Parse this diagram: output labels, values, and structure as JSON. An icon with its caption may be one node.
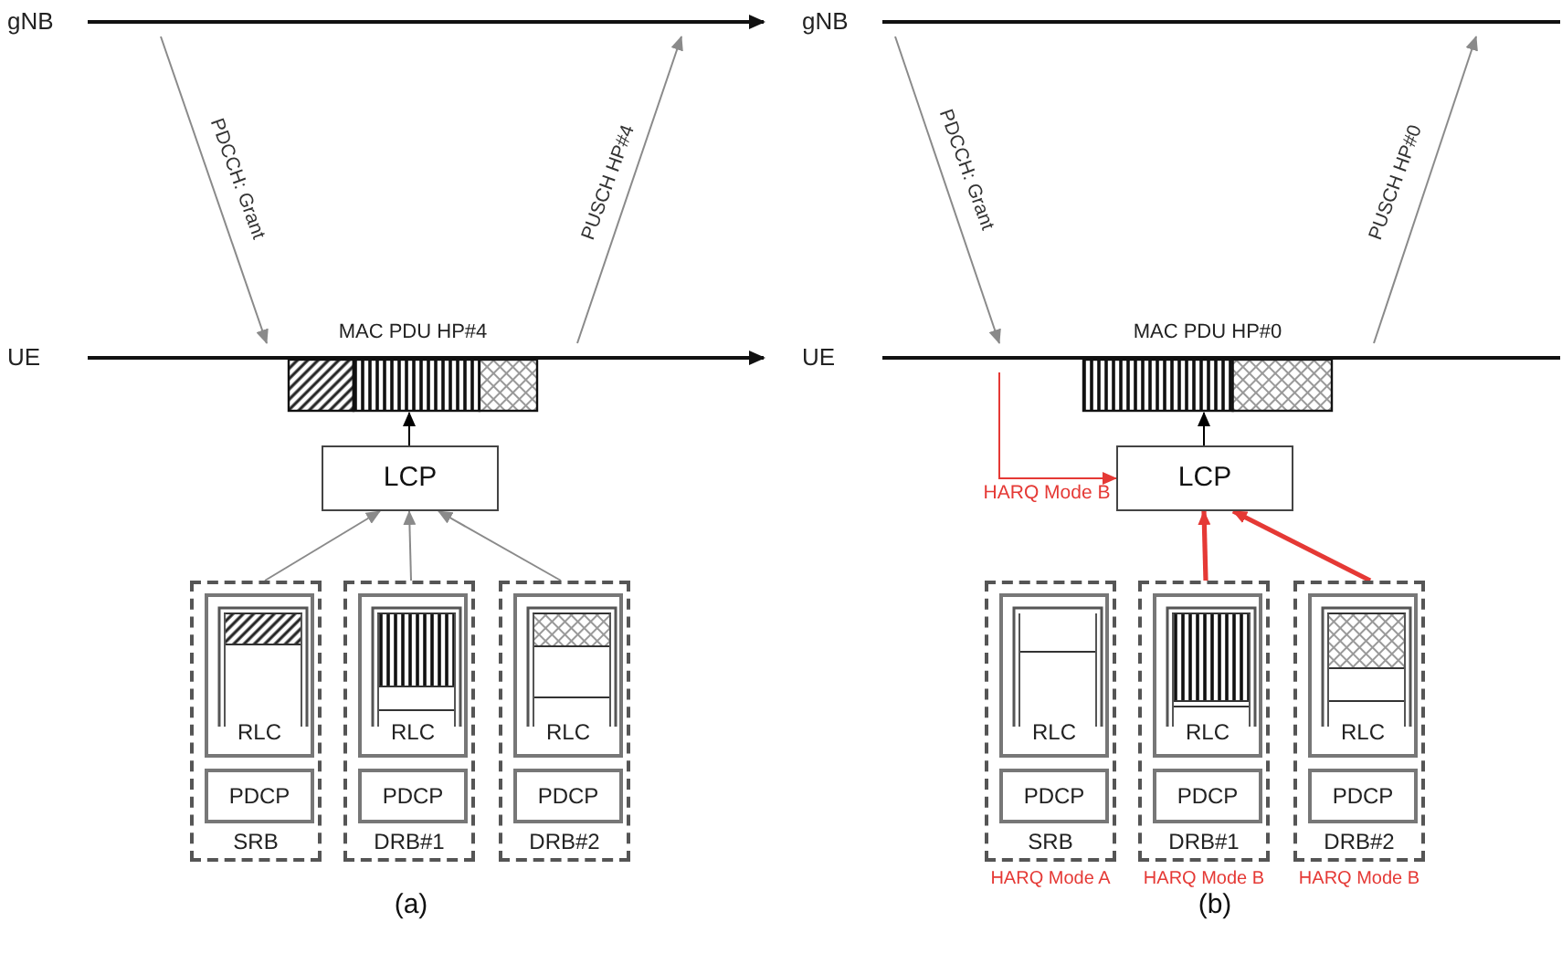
{
  "diagram": {
    "nodes": [
      {
        "text": [
          "gNB"
        ]
      },
      {
        "text": [
          "UE"
        ]
      },
      {
        "text": [
          "MAC PDU HP#4"
        ]
      },
      {
        "text": [
          "LCP"
        ]
      },
      {
        "text": [
          "SRB"
        ]
      },
      {
        "text": [
          "RLC"
        ],
        "in": 4
      },
      {
        "text": [
          "PDCP"
        ],
        "in": 4
      },
      {
        "text": [
          "DRB#1"
        ]
      },
      {
        "text": [
          "RLC"
        ],
        "in": 7
      },
      {
        "text": [
          "PDCP"
        ],
        "in": 7
      },
      {
        "text": [
          "DRB#2"
        ]
      },
      {
        "text": [
          "RLC"
        ],
        "in": 10
      },
      {
        "text": [
          "PDCP"
        ],
        "in": 10
      },
      {
        "text": [
          "gNB"
        ]
      },
      {
        "text": [
          "UE"
        ]
      },
      {
        "text": [
          "MAC PDU HP#0"
        ]
      },
      {
        "text": [
          "LCP"
        ]
      },
      {
        "text": [
          "SRB"
        ],
        "beside": [
          "HARQ Mode A"
        ]
      },
      {
        "text": [
          "RLC"
        ],
        "in": 17
      },
      {
        "text": [
          "PDCP"
        ],
        "in": 17
      },
      {
        "text": [
          "DRB#1"
        ],
        "beside": [
          "HARQ Mode B"
        ]
      },
      {
        "text": [
          "RLC"
        ],
        "in": 20
      },
      {
        "text": [
          "PDCP"
        ],
        "in": 20
      },
      {
        "text": [
          "DRB#2"
        ],
        "beside": [
          "HARQ Mode B"
        ]
      },
      {
        "text": [
          "RLC"
        ],
        "in": 23
      },
      {
        "text": [
          "PDCP"
        ],
        "in": 23
      }
    ],
    "edges": [
      {
        "from": 0,
        "to": 1,
        "arrow": "to",
        "label": "PDCCH: Grant"
      },
      {
        "from": 1,
        "to": 0,
        "arrow": "to",
        "label": "PUSCH HP#4"
      },
      {
        "from": 3,
        "to": 2,
        "arrow": "to",
        "color": "#000000"
      },
      {
        "from": 4,
        "to": 3,
        "arrow": "to"
      },
      {
        "from": 7,
        "to": 3,
        "arrow": "to"
      },
      {
        "from": 10,
        "to": 3,
        "arrow": "to"
      },
      {
        "from": 13,
        "to": 14,
        "arrow": "to",
        "label": "PDCCH: Grant"
      },
      {
        "from": 14,
        "to": 13,
        "arrow": "to",
        "label": "PUSCH HP#0"
      },
      {
        "from": 14,
        "to": 16,
        "arrow": "to",
        "label": "HARQ Mode B",
        "color": "#e53935"
      },
      {
        "from": 16,
        "to": 15,
        "arrow": "to",
        "color": "#000000"
      },
      {
        "from": 20,
        "to": 16,
        "arrow": "to",
        "color": "#e53935",
        "style": "thick"
      },
      {
        "from": 23,
        "to": 16,
        "arrow": "to",
        "color": "#e53935",
        "style": "thick"
      }
    ],
    "labels": [
      "(a)",
      "(b)"
    ]
  }
}
